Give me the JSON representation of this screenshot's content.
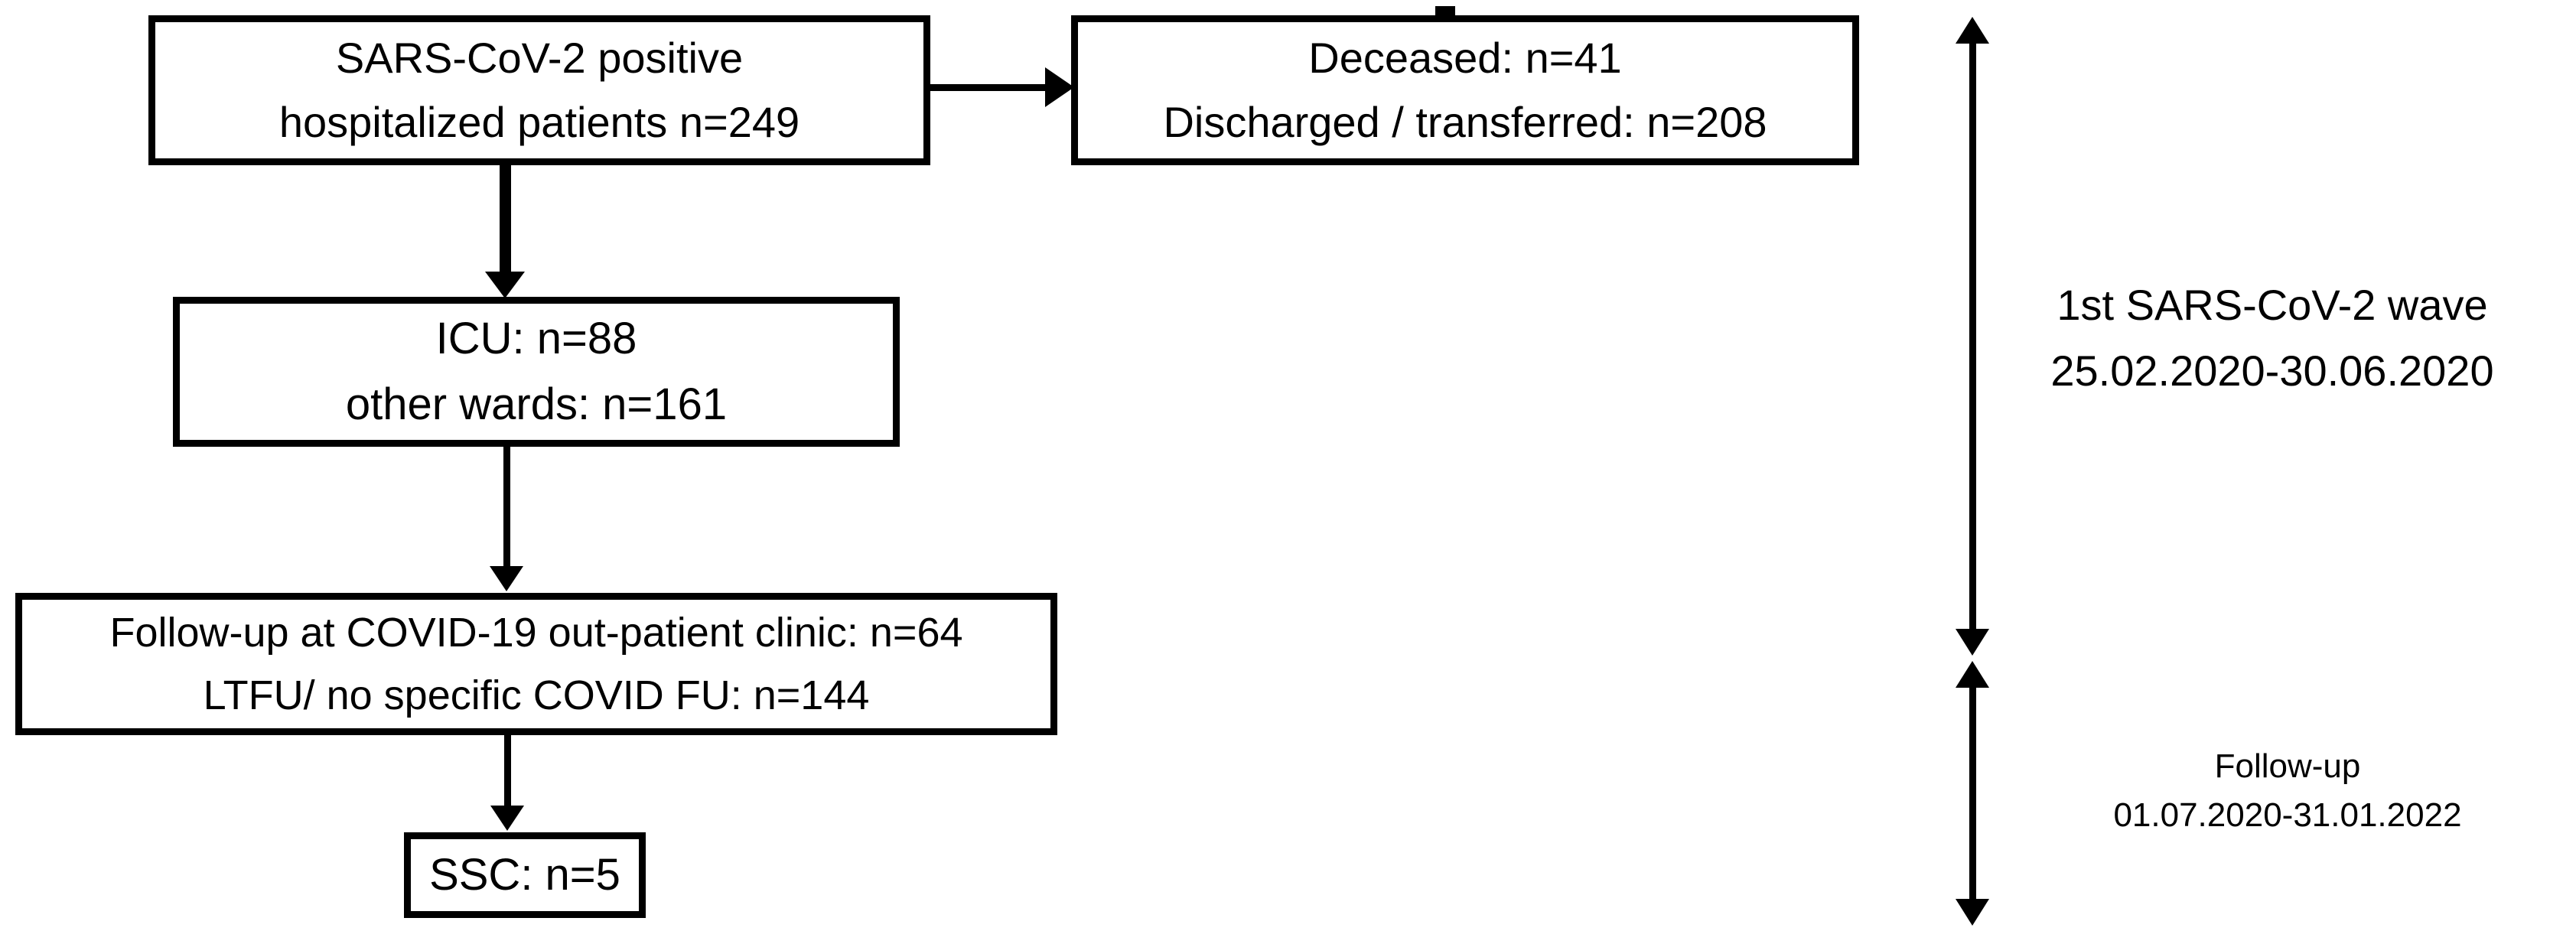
{
  "diagram": {
    "type": "flowchart",
    "background_color": "#ffffff",
    "line_color": "#000000",
    "text_color": "#000000"
  },
  "boxes": {
    "source": {
      "line1": "SARS-CoV-2 positive",
      "line2": "hospitalized patients n=249"
    },
    "outcome": {
      "line1": "Deceased: n=41",
      "line2": "Discharged / transferred: n=208"
    },
    "wards": {
      "line1": "ICU: n=88",
      "line2": "other wards: n=161"
    },
    "followup": {
      "line1": "Follow-up at COVID-19 out-patient clinic: n=64",
      "line2": "LTFU/ no specific COVID FU: n=144"
    },
    "ssc": {
      "line1": "SSC: n=5"
    }
  },
  "timeline": {
    "wave1": {
      "line1": "1st SARS-CoV-2 wave",
      "line2": "25.02.2020-30.06.2020"
    },
    "followup_period": {
      "line1": "Follow-up",
      "line2": "01.07.2020-31.01.2022"
    }
  },
  "edges": {
    "source_to_outcome": "horizontal arrow, source box right edge to outcome box left edge",
    "source_to_wards": "thick vertical arrow down",
    "wards_to_followup": "vertical arrow down",
    "followup_to_ssc": "vertical arrow down",
    "wave1_span": "double-headed vertical arrow spanning first wave period",
    "followup_span": "double-headed vertical arrow spanning follow-up period"
  }
}
